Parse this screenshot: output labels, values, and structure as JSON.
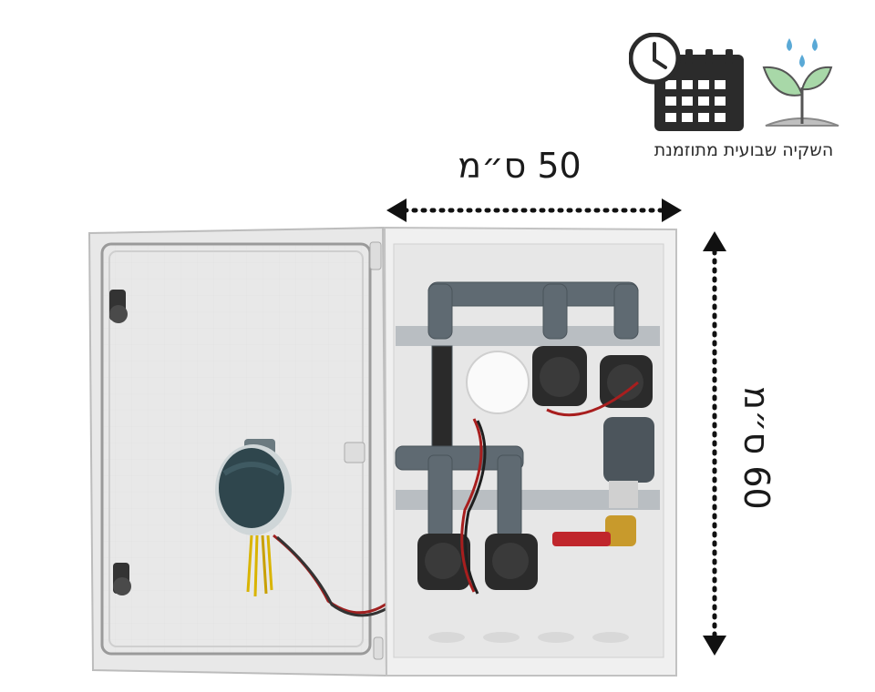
{
  "labels": {
    "width": "50  ס״מ",
    "height": "60  ס״מ",
    "caption": "השקיה שבועית מתוזמנת"
  },
  "icons": {
    "schedule": "clock-calendar-icon",
    "irrigation": "sprout-water-drops-icon"
  },
  "colors": {
    "text": "#1a1a1a",
    "arrow": "#111111",
    "calendar": "#2b2b2b",
    "leaf": "#a8d8a8",
    "drop": "#5aa9d6"
  }
}
